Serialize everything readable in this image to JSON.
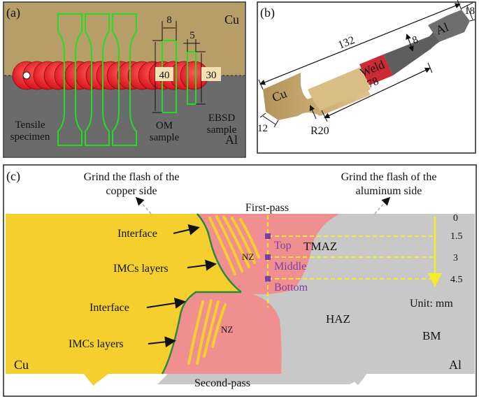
{
  "panel_a": {
    "label": "(a)",
    "cu": "Cu",
    "al": "Al",
    "dim_8": "8",
    "dim_5": "5",
    "dim_40": "40",
    "dim_30": "30",
    "tensile_line1": "Tensile",
    "tensile_line2": "specimen",
    "om_line1": "OM",
    "om_line2": "sample",
    "ebsd_line1": "EBSD",
    "ebsd_line2": "sample",
    "colors": {
      "cu": "#b79d67",
      "al": "#6b6b6b",
      "weld": "#e8262a",
      "outline": "#22dd22"
    }
  },
  "panel_b": {
    "label": "(b)",
    "dim_132": "132",
    "dim_18": "18",
    "dim_8": "8",
    "dim_78": "78",
    "dim_12": "12",
    "cu": "Cu",
    "al": "Al",
    "weld": "Weld",
    "r20": "R20"
  },
  "panel_c": {
    "label": "(c)",
    "grind_cu_line1": "Grind the flash of the",
    "grind_cu_line2": "copper side",
    "grind_al_line1": "Grind the flash of the",
    "grind_al_line2": "aluminum side",
    "first_pass": "First-pass",
    "second_pass": "Second-pass",
    "interface_1": "Interface",
    "imcs_1": "IMCs layers",
    "interface_2": "Interface",
    "imcs_2": "IMCs layers",
    "nz_top": "NZ",
    "nz_bottom": "NZ",
    "tmaz": "TMAZ",
    "haz": "HAZ",
    "bm": "BM",
    "top": "Top",
    "middle": "Middle",
    "bottom": "Bottom",
    "depth_0": "0",
    "depth_1": "1.5",
    "depth_2": "3",
    "depth_3": "4.5",
    "unit": "Unit: mm",
    "cu": "Cu",
    "al": "Al",
    "colors": {
      "cu": "#f5cf2e",
      "al": "#c8c8c8",
      "nz": "#f08f8f",
      "marker": "#7b3fa8",
      "guide": "#f7ec2a"
    }
  }
}
